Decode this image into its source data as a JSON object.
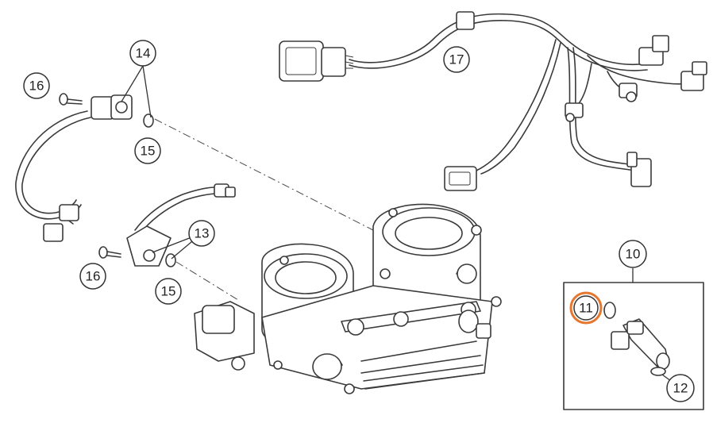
{
  "callouts": [
    {
      "label": "14"
    },
    {
      "label": "16"
    },
    {
      "label": "15"
    },
    {
      "label": "17"
    },
    {
      "label": "13"
    },
    {
      "label": "16"
    },
    {
      "label": "15"
    },
    {
      "label": "10"
    },
    {
      "label": "11"
    },
    {
      "label": "12"
    }
  ],
  "colors": {
    "line": "#3a3a3a",
    "highlight": "#e8772e"
  }
}
